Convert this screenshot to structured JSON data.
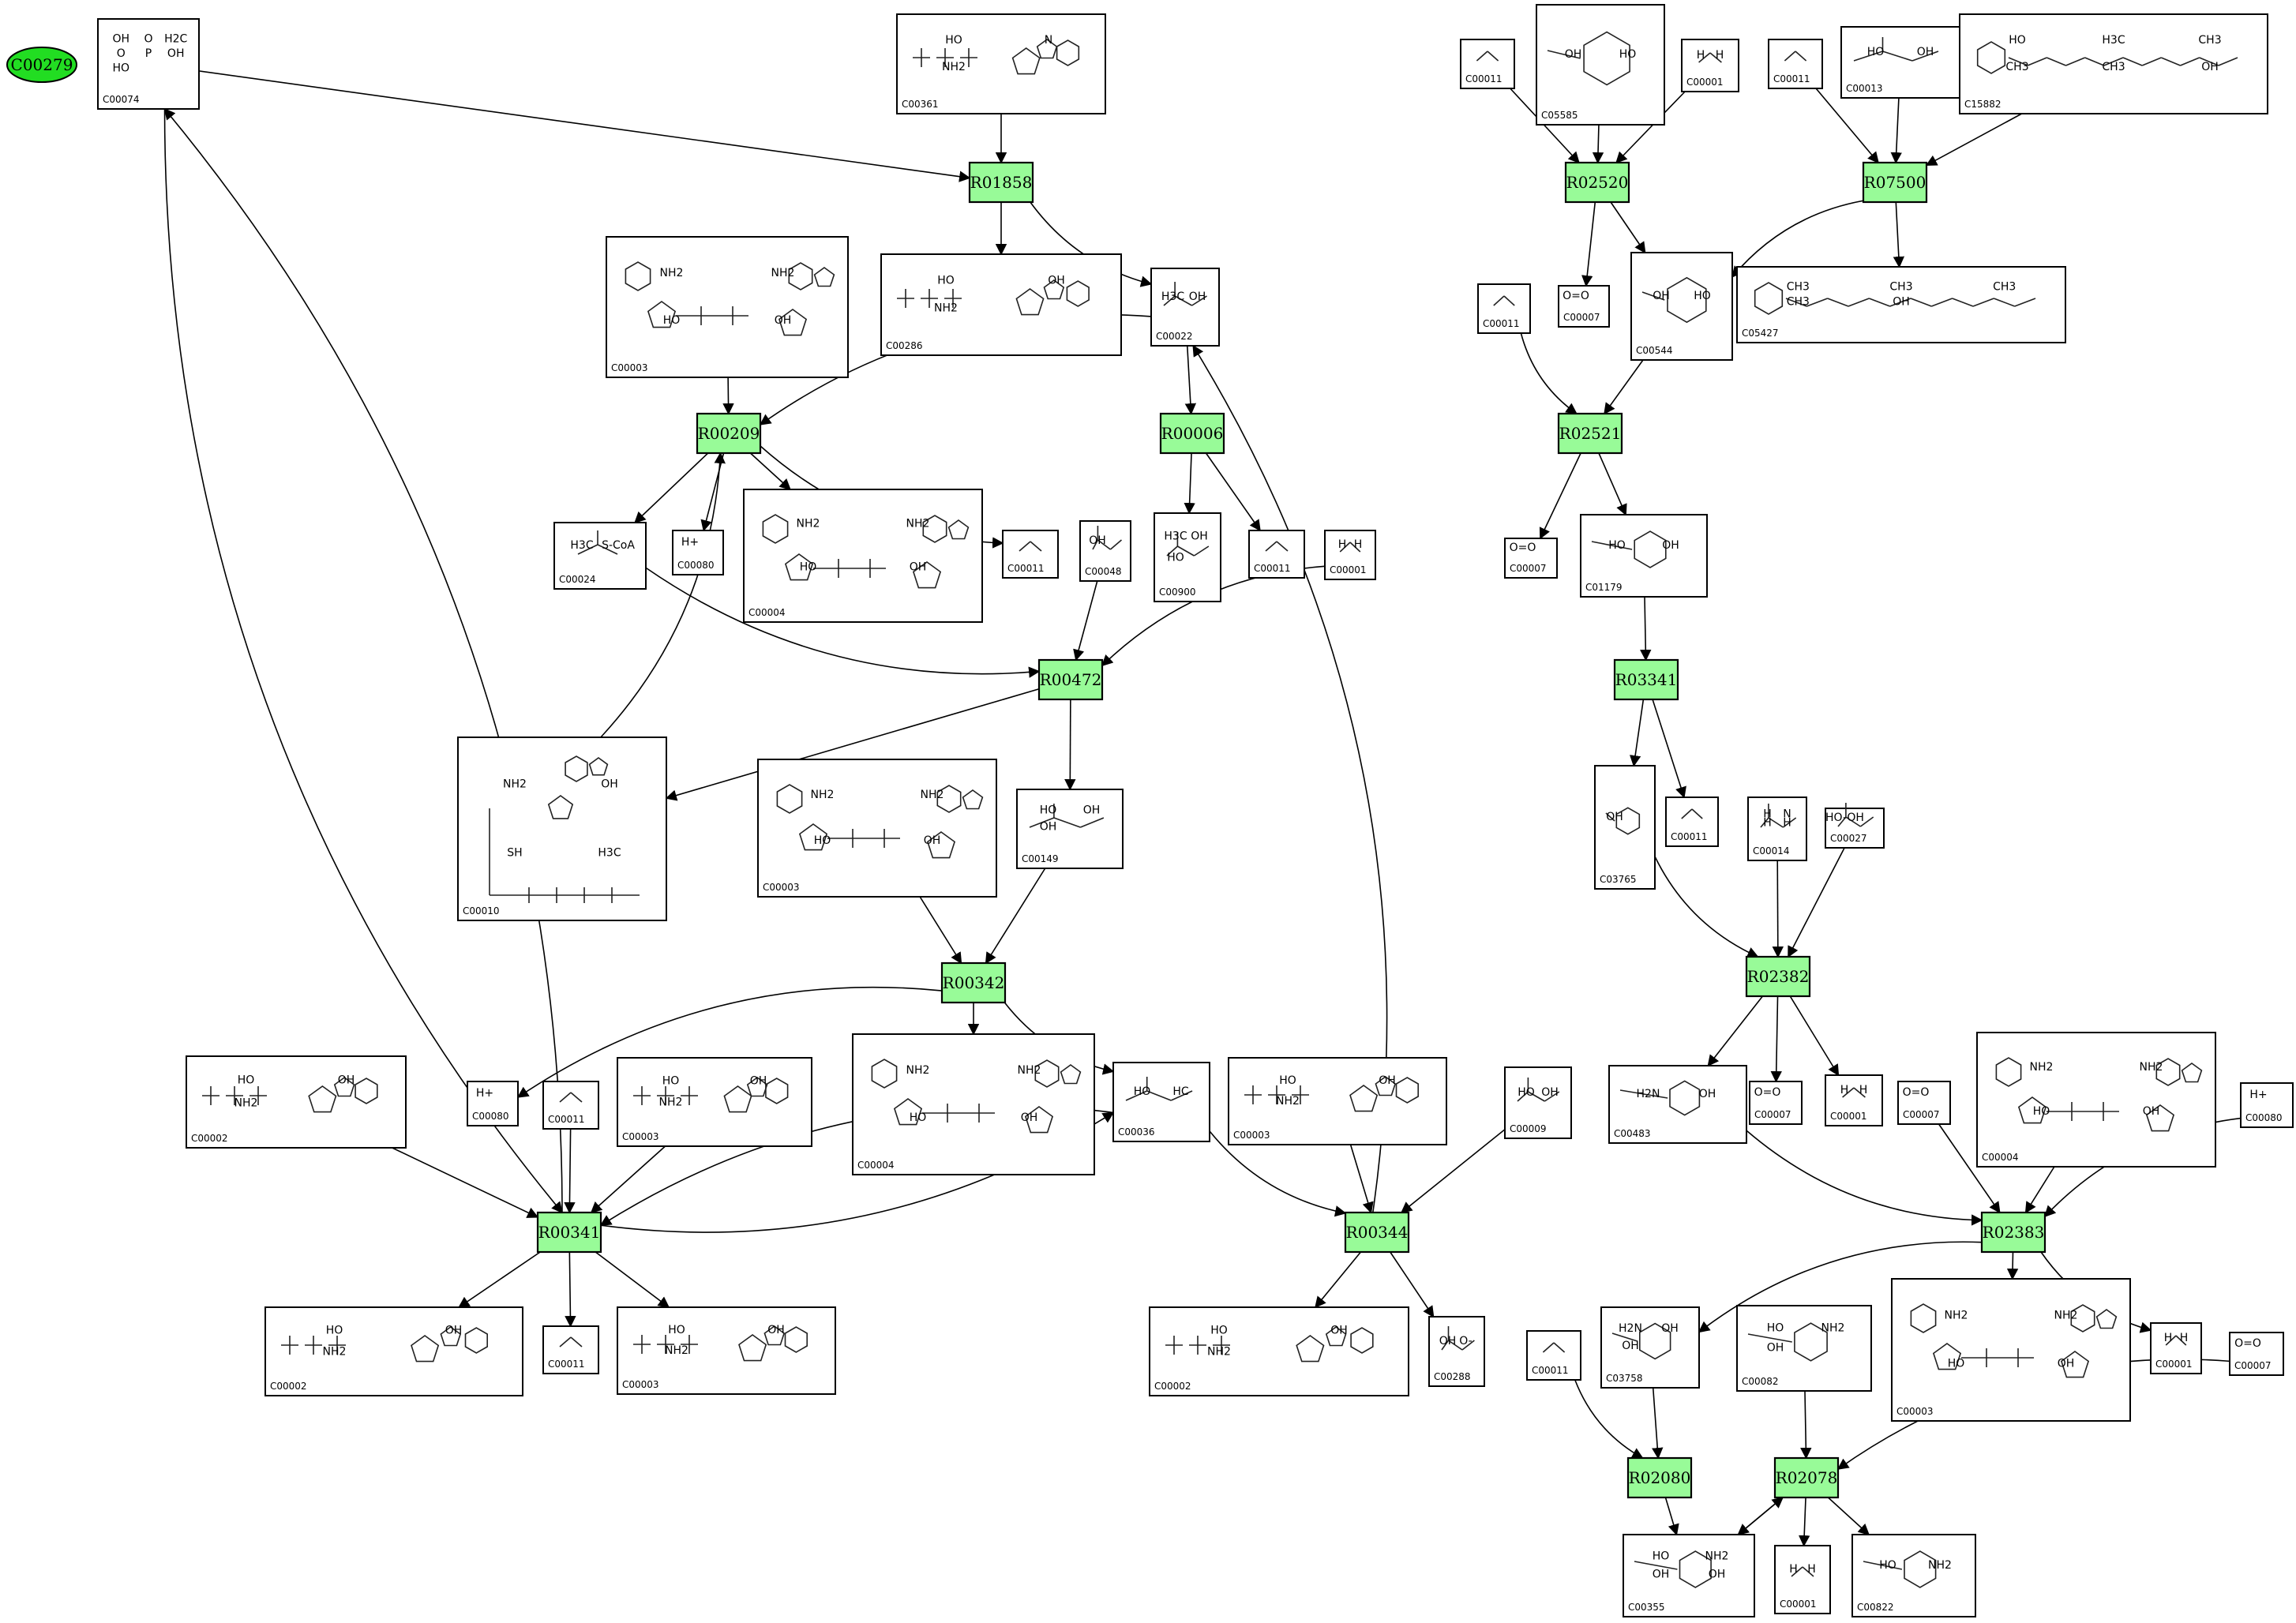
{
  "root": "C00279",
  "reactions": [
    "R01858",
    "R00209",
    "R00006",
    "R00472",
    "R00342",
    "R00341",
    "R00344",
    "R02520",
    "R07500",
    "R02521",
    "R03341",
    "R02382",
    "R02383",
    "R02080",
    "R02078"
  ],
  "compounds": {
    "C00074": {
      "id": "C00074",
      "labels": [
        "OH",
        "O",
        "H2C",
        "O",
        "P",
        "OH",
        "HO"
      ]
    },
    "C00361": {
      "id": "C00361",
      "labels": [
        "HO",
        "N",
        "NH2"
      ]
    },
    "C00286": {
      "id": "C00286",
      "labels": [
        "HO",
        "OH",
        "NH2"
      ]
    },
    "C00022": {
      "id": "C00022",
      "labels": [
        "H3C",
        "OH"
      ]
    },
    "C00003a": {
      "id": "C00003",
      "labels": [
        "NH2",
        "NH2",
        "HO",
        "OH"
      ]
    },
    "C00024": {
      "id": "C00024",
      "labels": [
        "H3C",
        "S-CoA"
      ]
    },
    "C00080a": {
      "id": "C00080",
      "labels": [
        "H+"
      ]
    },
    "C00004a": {
      "id": "C00004",
      "labels": [
        "NH2",
        "NH2",
        "HO",
        "OH"
      ]
    },
    "C00011a": {
      "id": "C00011",
      "labels": []
    },
    "C00048": {
      "id": "C00048",
      "labels": [
        "OH"
      ]
    },
    "C00900": {
      "id": "C00900",
      "labels": [
        "H3C",
        "OH",
        "HO"
      ]
    },
    "C00011b": {
      "id": "C00011",
      "labels": []
    },
    "C00001a": {
      "id": "C00001",
      "labels": [
        "H",
        "H"
      ]
    },
    "C00010": {
      "id": "C00010",
      "labels": [
        "NH2",
        "OH",
        "SH",
        "H3C"
      ]
    },
    "C00003b": {
      "id": "C00003",
      "labels": [
        "NH2",
        "NH2",
        "HO",
        "OH"
      ]
    },
    "C00149": {
      "id": "C00149",
      "labels": [
        "HO",
        "OH",
        "OH"
      ]
    },
    "C00002a": {
      "id": "C00002",
      "labels": [
        "HO",
        "OH",
        "NH2"
      ]
    },
    "C00080b": {
      "id": "C00080",
      "labels": [
        "H+"
      ]
    },
    "C00011c": {
      "id": "C00011",
      "labels": []
    },
    "C00003c": {
      "id": "C00003",
      "labels": [
        "HO",
        "OH",
        "NH2"
      ]
    },
    "C00004b": {
      "id": "C00004",
      "labels": [
        "NH2",
        "NH2",
        "HO",
        "OH"
      ]
    },
    "C00036": {
      "id": "C00036",
      "labels": [
        "HO",
        "HC"
      ]
    },
    "C00003d": {
      "id": "C00003",
      "labels": [
        "HO",
        "OH",
        "NH2"
      ]
    },
    "C00009": {
      "id": "C00009",
      "labels": [
        "HO",
        "OH"
      ]
    },
    "C00002b": {
      "id": "C00002",
      "labels": [
        "HO",
        "OH",
        "NH2"
      ]
    },
    "C00011d": {
      "id": "C00011",
      "labels": []
    },
    "C00003e": {
      "id": "C00003",
      "labels": [
        "HO",
        "OH",
        "NH2"
      ]
    },
    "C00002c": {
      "id": "C00002",
      "labels": [
        "HO",
        "OH",
        "NH2"
      ]
    },
    "C00288": {
      "id": "C00288",
      "labels": [
        "OH",
        "O-"
      ]
    },
    "C00011e": {
      "id": "C00011",
      "labels": []
    },
    "C05585": {
      "id": "C05585",
      "labels": [
        "OH",
        "HO"
      ]
    },
    "C00001b": {
      "id": "C00001",
      "labels": [
        "H",
        "H"
      ]
    },
    "C00011f": {
      "id": "C00011",
      "labels": []
    },
    "C00013": {
      "id": "C00013",
      "labels": [
        "HO",
        "OH"
      ]
    },
    "C15882": {
      "id": "C15882",
      "labels": [
        "HO",
        "H3C",
        "CH3",
        "CH3",
        "CH3",
        "OH"
      ]
    },
    "C00007a": {
      "id": "C00007",
      "labels": [
        "O=O"
      ]
    },
    "C00544": {
      "id": "C00544",
      "labels": [
        "OH",
        "HO"
      ]
    },
    "C05427": {
      "id": "C05427",
      "labels": [
        "CH3",
        "CH3",
        "CH3",
        "CH3",
        "OH"
      ]
    },
    "C00011g": {
      "id": "C00011",
      "labels": []
    },
    "C00007b": {
      "id": "C00007",
      "labels": [
        "O=O"
      ]
    },
    "C01179": {
      "id": "C01179",
      "labels": [
        "HO",
        "OH"
      ]
    },
    "C03765": {
      "id": "C03765",
      "labels": [
        "OH"
      ]
    },
    "C00011h": {
      "id": "C00011",
      "labels": []
    },
    "C00014": {
      "id": "C00014",
      "labels": [
        "H",
        "N",
        "H",
        "H"
      ]
    },
    "C00027": {
      "id": "C00027",
      "labels": [
        "HO-OH"
      ]
    },
    "C00483": {
      "id": "C00483",
      "labels": [
        "H2N",
        "OH"
      ]
    },
    "C00007c": {
      "id": "C00007",
      "labels": [
        "O=O"
      ]
    },
    "C00001c": {
      "id": "C00001",
      "labels": [
        "H",
        "H"
      ]
    },
    "C00007d": {
      "id": "C00007",
      "labels": [
        "O=O"
      ]
    },
    "C00004c": {
      "id": "C00004",
      "labels": [
        "NH2",
        "NH2",
        "HO",
        "OH"
      ]
    },
    "C00080c": {
      "id": "C00080",
      "labels": [
        "H+"
      ]
    },
    "C00011i": {
      "id": "C00011",
      "labels": []
    },
    "C03758": {
      "id": "C03758",
      "labels": [
        "H2N",
        "OH",
        "OH"
      ]
    },
    "C00082": {
      "id": "C00082",
      "labels": [
        "HO",
        "NH2",
        "OH"
      ]
    },
    "C00003f": {
      "id": "C00003",
      "labels": [
        "NH2",
        "NH2",
        "HO",
        "OH"
      ]
    },
    "C00001d": {
      "id": "C00001",
      "labels": [
        "H",
        "H"
      ]
    },
    "C00007e": {
      "id": "C00007",
      "labels": [
        "O=O"
      ]
    },
    "C00355": {
      "id": "C00355",
      "labels": [
        "HO",
        "NH2",
        "OH",
        "OH"
      ]
    },
    "C00001e": {
      "id": "C00001",
      "labels": [
        "H",
        "H"
      ]
    },
    "C00822": {
      "id": "C00822",
      "labels": [
        "HO",
        "NH2"
      ]
    }
  }
}
